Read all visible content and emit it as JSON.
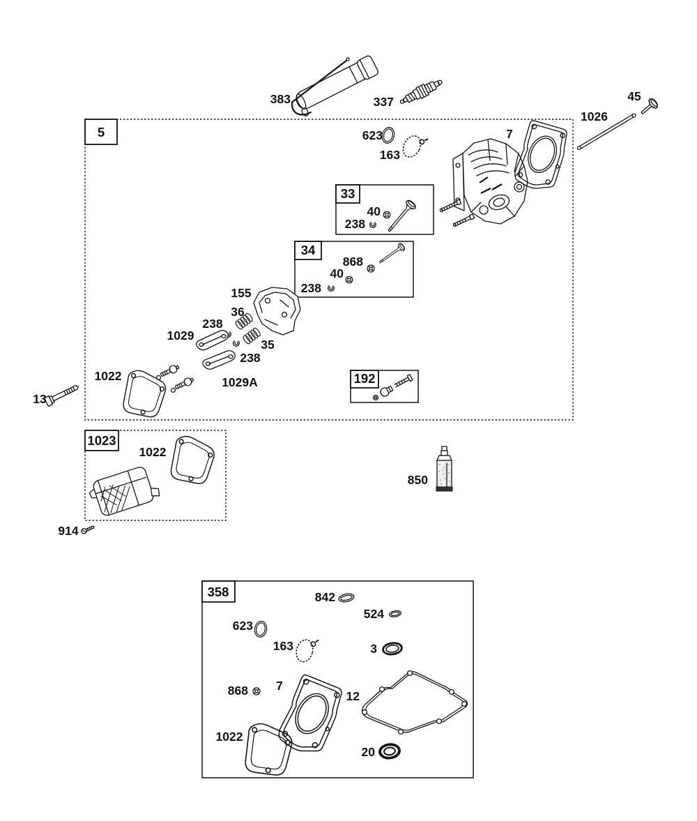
{
  "diagram_type": "exploded-parts-diagram",
  "colors": {
    "background": "#ffffff",
    "line": "#111111"
  },
  "boxes": {
    "b5": "5",
    "b33": "33",
    "b34": "34",
    "b192": "192",
    "b1023": "1023",
    "b358": "358"
  },
  "callouts": {
    "c383": "383",
    "c337": "337",
    "c45": "45",
    "c1026": "1026",
    "c623_top": "623",
    "c163_top": "163",
    "c7_top": "7",
    "c40_33": "40",
    "c238_33": "238",
    "c868_34": "868",
    "c40_34": "40",
    "c238_34": "238",
    "c155": "155",
    "c36": "36",
    "c238_a": "238",
    "c1029": "1029",
    "c35": "35",
    "c238_b": "238",
    "c1029A": "1029A",
    "c1022_head": "1022",
    "c13": "13",
    "c1022_muffler": "1022",
    "c914": "914",
    "c850": "850",
    "c842": "842",
    "c524": "524",
    "c623_set": "623",
    "c163_set": "163",
    "c3": "3",
    "c868_set": "868",
    "c7_set": "7",
    "c12": "12",
    "c1022_set": "1022",
    "c20": "20"
  }
}
